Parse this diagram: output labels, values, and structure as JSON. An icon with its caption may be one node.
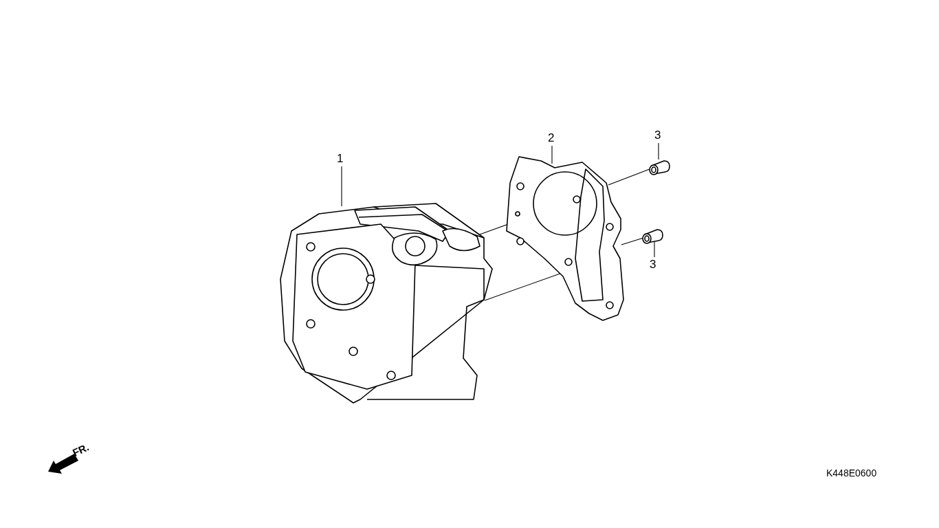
{
  "diagram": {
    "nodes": [
      {
        "text": [
          "1"
        ]
      },
      {
        "text": [],
        "shape": "picture"
      },
      {
        "text": [
          "2"
        ]
      },
      {
        "text": [],
        "shape": "picture"
      },
      {
        "text": [
          "3"
        ]
      },
      {
        "text": [],
        "shape": "picture"
      },
      {
        "text": [
          "3"
        ]
      },
      {
        "text": [],
        "shape": "picture"
      }
    ],
    "edges": [
      {
        "from": 0,
        "to": 1,
        "arrow": "none"
      },
      {
        "from": 2,
        "to": 3,
        "arrow": "none"
      },
      {
        "from": 4,
        "to": 5,
        "arrow": "none"
      },
      {
        "from": 6,
        "to": 7,
        "arrow": "none"
      },
      {
        "from": 5,
        "to": 3,
        "arrow": "none"
      },
      {
        "from": 3,
        "to": 1,
        "arrow": "none"
      },
      {
        "from": 7,
        "to": 3,
        "arrow": "none"
      },
      {
        "from": 3,
        "to": 1,
        "arrow": "none"
      }
    ],
    "labels": [
      "FR.",
      "K448E0600"
    ]
  }
}
